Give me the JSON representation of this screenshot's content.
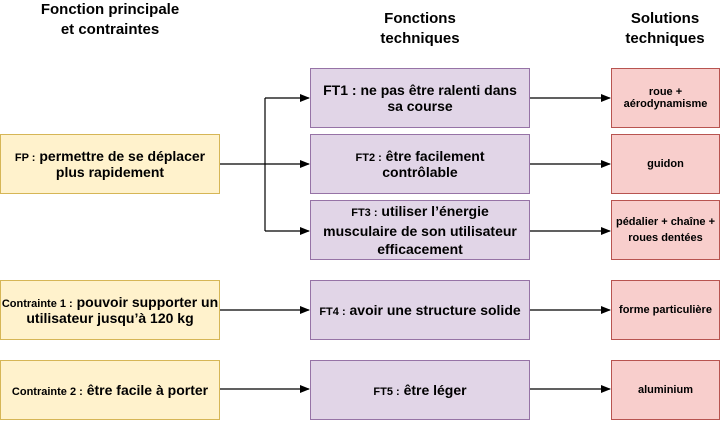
{
  "headers": {
    "col1": "Fonction principale et contraintes",
    "col2": "Fonctions techniques",
    "col3": "Solutions techniques"
  },
  "left": {
    "fp": {
      "code": "FP :",
      "text": "permettre de se déplacer plus rapidement"
    },
    "c1": {
      "code": "Contrainte 1 :",
      "text": "pouvoir supporter un utilisateur jusqu’à 120 kg"
    },
    "c2": {
      "code": "Contrainte 2 :",
      "text": "être facile à porter"
    }
  },
  "functions": {
    "ft1": {
      "code": "FT1 :",
      "text": "ne pas être ralenti dans sa course"
    },
    "ft2": {
      "code": "FT2 :",
      "text": "être facilement contrôlable"
    },
    "ft3": {
      "code": "FT3 :",
      "text": "utiliser l’énergie musculaire de son utilisateur efficacement"
    },
    "ft4": {
      "code": "FT4 :",
      "text": "avoir une structure solide"
    },
    "ft5": {
      "code": "FT5 :",
      "text": "être léger"
    }
  },
  "solutions": {
    "s1": "roue + aérodynamisme",
    "s2": "guidon",
    "s3": "pédalier + chaîne + roues dentées",
    "s4": "forme particulière",
    "s5": "aluminium"
  },
  "colors": {
    "yellow_fill": "#fff2cc",
    "purple_fill": "#e1d5e7",
    "red_fill": "#f8cecc"
  }
}
